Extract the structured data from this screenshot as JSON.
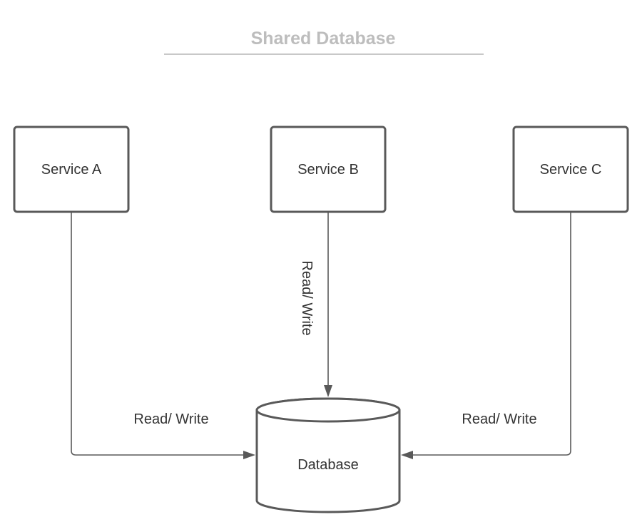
{
  "title": "Shared Database",
  "colors": {
    "title": "#bdbdbd",
    "underline": "#c8c8c8",
    "stroke": "#595959",
    "text": "#333333",
    "background": "#ffffff"
  },
  "services": [
    {
      "id": "a",
      "label": "Service A"
    },
    {
      "id": "b",
      "label": "Service B"
    },
    {
      "id": "c",
      "label": "Service C"
    }
  ],
  "database": {
    "label": "Database"
  },
  "connections": [
    {
      "from": "Service A",
      "to": "Database",
      "label": "Read/ Write"
    },
    {
      "from": "Service B",
      "to": "Database",
      "label": "Read/ Write"
    },
    {
      "from": "Service C",
      "to": "Database",
      "label": "Read/ Write"
    }
  ]
}
